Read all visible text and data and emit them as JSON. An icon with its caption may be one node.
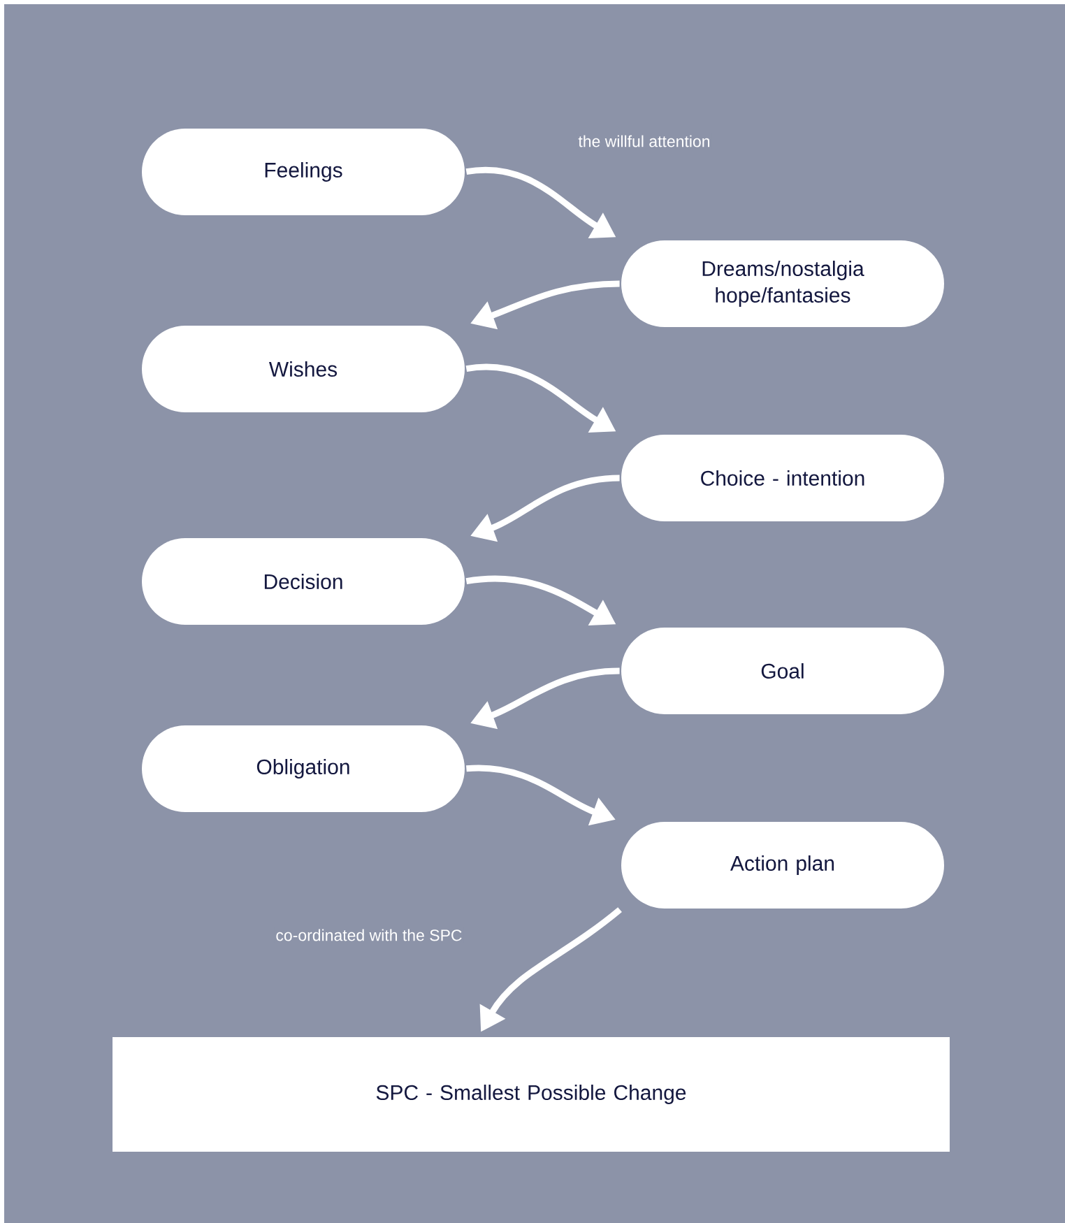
{
  "diagram": {
    "nodes": [
      {
        "text": [
          "Feelings"
        ]
      },
      {
        "text": [
          "Dreams/nostalgia hope/fantasies"
        ]
      },
      {
        "text": [
          "Wishes"
        ]
      },
      {
        "text": [
          "Choice - intention"
        ]
      },
      {
        "text": [
          "Decision"
        ]
      },
      {
        "text": [
          "Goal"
        ]
      },
      {
        "text": [
          "Obligation"
        ]
      },
      {
        "text": [
          "Action plan"
        ]
      },
      {
        "text": [
          "SPC - Smallest Possible Change"
        ]
      }
    ],
    "edges": [
      {
        "from": 0,
        "to": 1,
        "arrow": "to",
        "label": "the willful attention"
      },
      {
        "from": 1,
        "to": 2,
        "arrow": "to"
      },
      {
        "from": 2,
        "to": 3,
        "arrow": "to"
      },
      {
        "from": 3,
        "to": 4,
        "arrow": "to"
      },
      {
        "from": 4,
        "to": 5,
        "arrow": "to"
      },
      {
        "from": 5,
        "to": 6,
        "arrow": "to"
      },
      {
        "from": 6,
        "to": 7,
        "arrow": "to"
      },
      {
        "from": 7,
        "to": 8,
        "arrow": "to",
        "label": "co-ordinated with the SPC"
      }
    ]
  }
}
